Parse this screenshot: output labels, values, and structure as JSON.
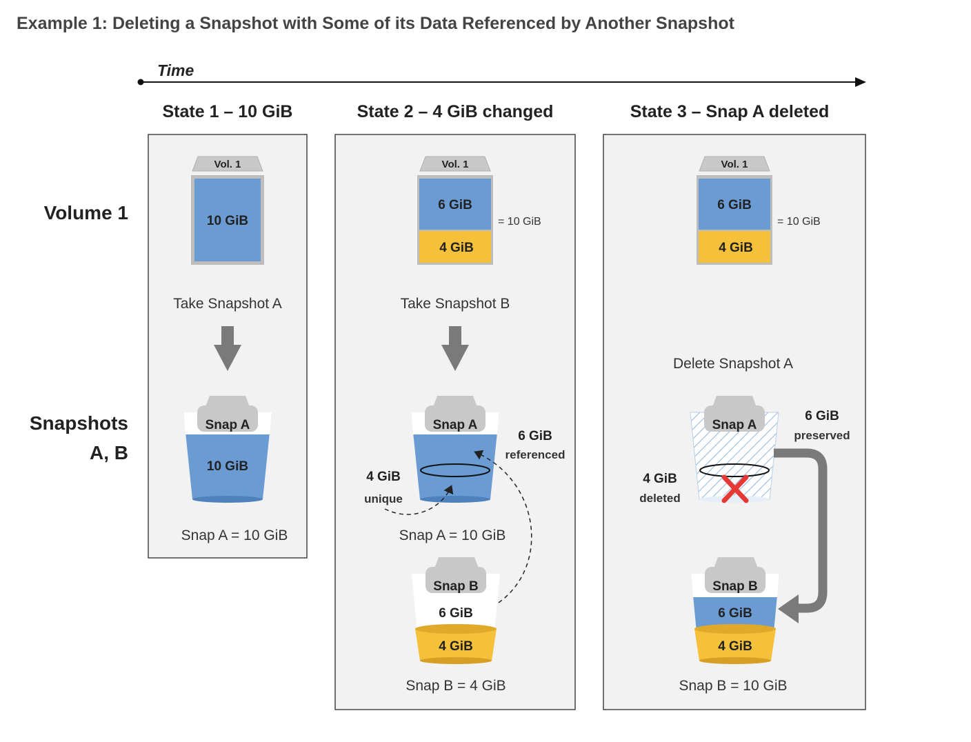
{
  "title": "Example 1: Deleting a Snapshot with Some of its Data Referenced by Another Snapshot",
  "timeline": {
    "label": "Time"
  },
  "row_labels": {
    "volume": "Volume 1",
    "snapshots_line1": "Snapshots",
    "snapshots_line2": "A, B"
  },
  "colors": {
    "blue": "#6a9bd3",
    "yellow": "#f5c03a",
    "panel": "#f2f2f2",
    "gray_arrow": "#7a7a7a",
    "red_x": "#e53935"
  },
  "states": [
    {
      "title": "State 1 – 10 GiB",
      "volume": {
        "tab": "Vol. 1",
        "block": "10 GiB"
      },
      "action": "Take Snapshot A",
      "snap": {
        "tab": "Snap A",
        "block": "10 GiB"
      },
      "caption": "Snap A = 10 GiB"
    },
    {
      "title": "State 2 – 4 GiB changed",
      "volume": {
        "tab": "Vol. 1",
        "top": "6 GiB",
        "bottom": "4 GiB",
        "total": "= 10 GiB"
      },
      "action": "Take Snapshot B",
      "snap_a": {
        "tab": "Snap A",
        "caption": "Snap A = 10 GiB"
      },
      "unique": {
        "value": "4 GiB",
        "label": "unique"
      },
      "referenced": {
        "value": "6 GiB",
        "label": "referenced"
      },
      "snap_b": {
        "tab": "Snap B",
        "top": "6 GiB",
        "bottom": "4 GiB",
        "caption": "Snap B = 4 GiB"
      }
    },
    {
      "title": "State 3 – Snap A deleted",
      "volume": {
        "tab": "Vol. 1",
        "top": "6 GiB",
        "bottom": "4 GiB",
        "total": "= 10 GiB"
      },
      "action": "Delete Snapshot A",
      "snap_a": {
        "tab": "Snap A"
      },
      "preserved": {
        "value": "6 GiB",
        "label": "preserved"
      },
      "deleted": {
        "value": "4 GiB",
        "label": "deleted"
      },
      "snap_b": {
        "tab": "Snap B",
        "top": "6 GiB",
        "bottom": "4 GiB",
        "caption": "Snap B = 10 GiB"
      }
    }
  ]
}
